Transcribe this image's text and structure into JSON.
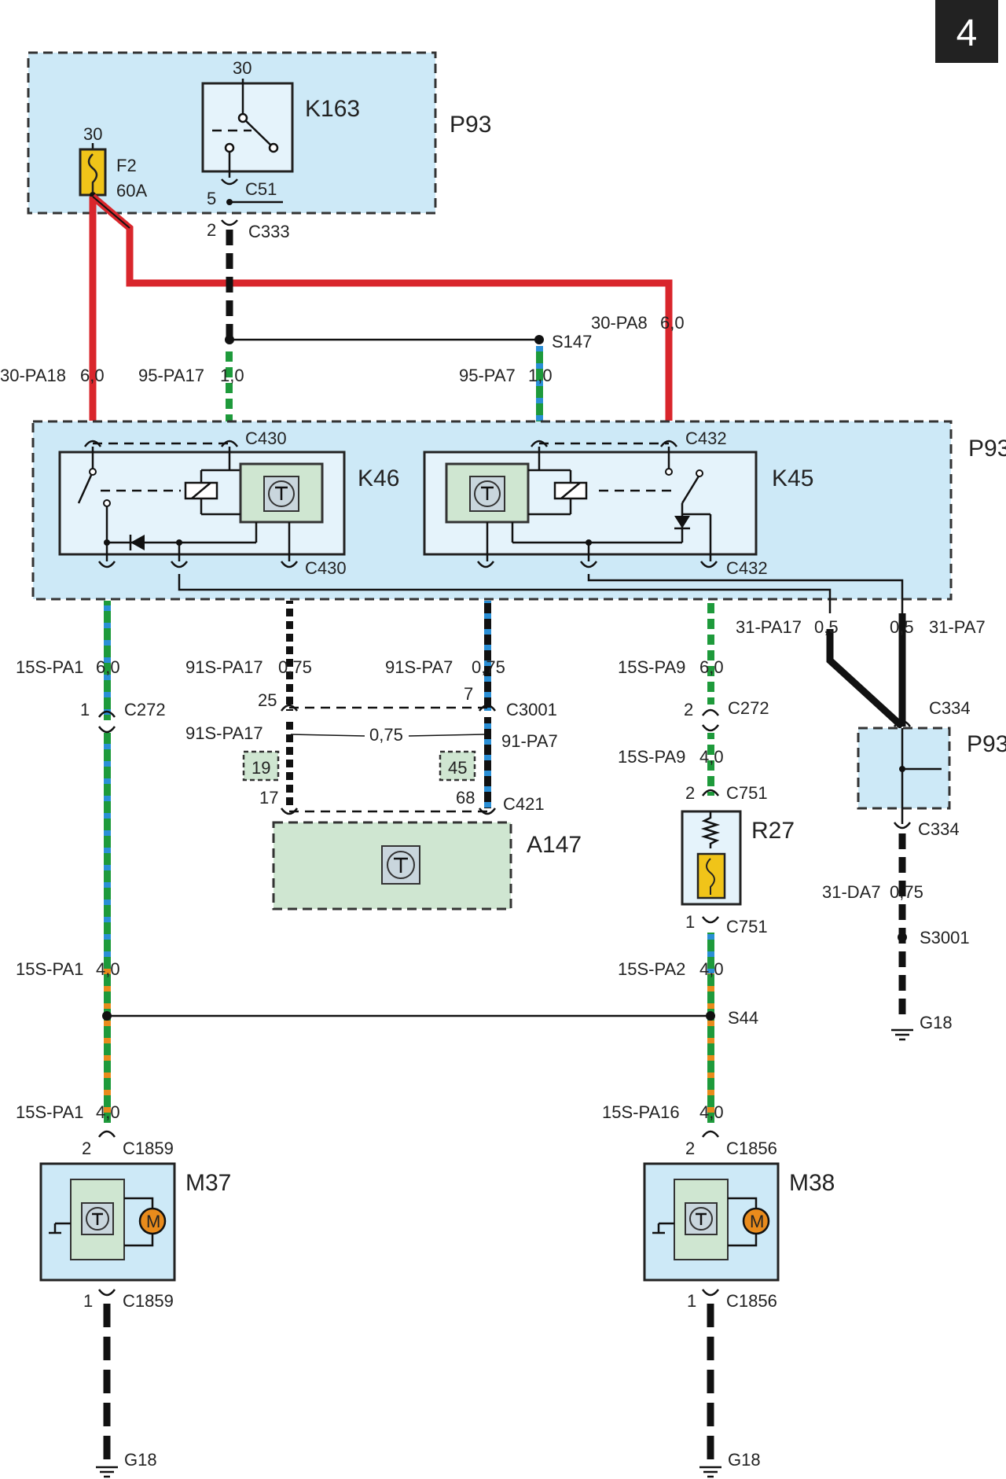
{
  "page_number": "4",
  "colors": {
    "red": "#d9262c",
    "green": "#1e9a3b",
    "blue": "#2a8fd6",
    "black": "#111111",
    "white": "#ffffff",
    "yellow": "#f0c419",
    "orange": "#e98b1c",
    "box_fill": "#cde9f7",
    "module_fill": "#cfe6d1"
  },
  "components": {
    "K163": "K163",
    "K46": "K46",
    "K45": "K45",
    "P93": "P93",
    "A147": "A147",
    "R27": "R27",
    "M37": "M37",
    "M38": "M38",
    "F2": "F2",
    "F2_rating": "60A",
    "motor_symbol": "M"
  },
  "connectors": {
    "C51": "C51",
    "C333": "C333",
    "C430": "C430",
    "C432": "C432",
    "C272": "C272",
    "C3001": "C3001",
    "C421": "C421",
    "C751": "C751",
    "C334": "C334",
    "C1859": "C1859",
    "C1856": "C1856"
  },
  "splices": {
    "S147": "S147",
    "S44": "S44",
    "S3001": "S3001"
  },
  "grounds": {
    "G18": "G18"
  },
  "pins": {
    "p30": "30",
    "p5": "5",
    "p2": "2",
    "p1": "1",
    "p25": "25",
    "p7": "7",
    "p17": "17",
    "p68": "68",
    "p19": "19",
    "p45": "45"
  },
  "wires": {
    "w30_PA18": "30-PA18",
    "w95_PA17": "95-PA17",
    "w95_PA7": "95-PA7",
    "w30_PA8": "30-PA8",
    "w15S_PA1": "15S-PA1",
    "w91S_PA17": "91S-PA17",
    "w91S_PA7": "91S-PA7",
    "w91_PA7": "91-PA7",
    "w15S_PA9": "15S-PA9",
    "w31_PA17": "31-PA17",
    "w31_PA7": "31-PA7",
    "w31_DA7": "31-DA7",
    "w15S_PA2": "15S-PA2",
    "w15S_PA16": "15S-PA16"
  },
  "sizes": {
    "s6_0": "6,0",
    "s1_0": "1,0",
    "s4_0": "4,0",
    "s0_75": "0,75",
    "s0_5": "0,5"
  }
}
